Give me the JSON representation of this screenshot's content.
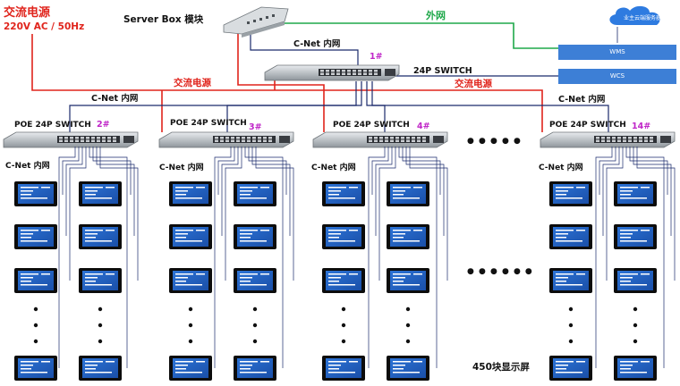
{
  "power_title": "交流电源",
  "power_spec": "220V AC / 50Hz",
  "server_box": "Server Box 模块",
  "external_net": "外网",
  "cnet_top": "C-Net 内网",
  "main_switch": "24P SWITCH",
  "main_switch_no": "1#",
  "ac_power_mid": "交流电源",
  "ac_power_right": "交流电源",
  "cnet_left": "C-Net  内网",
  "cnet_right": "C-Net  内网",
  "cloud": "业主云端服务器",
  "wms": "WMS",
  "wcs": "WCS",
  "ellipsis_top": "● ● ● ● ●",
  "ellipsis_mid": "● ● ● ● ● ●",
  "display_count": "450块显示屏",
  "poe_groups": [
    {
      "label": "POE 24P SWITCH",
      "no": "2#",
      "cnet": "C-Net 内网"
    },
    {
      "label": "POE 24P SWITCH",
      "no": "3#",
      "cnet": "C-Net  内网"
    },
    {
      "label": "POE 24P SWITCH",
      "no": "4#",
      "cnet": "C-Net  内网"
    },
    {
      "label": "POE 24P SWITCH",
      "no": "14#",
      "cnet": "C-Net  内网"
    }
  ],
  "colors": {
    "power": "#e0241c",
    "network": "#1a2a6c",
    "external": "#1fa84a",
    "label_no": "#c026c8",
    "screen": "#1f5fbf"
  }
}
